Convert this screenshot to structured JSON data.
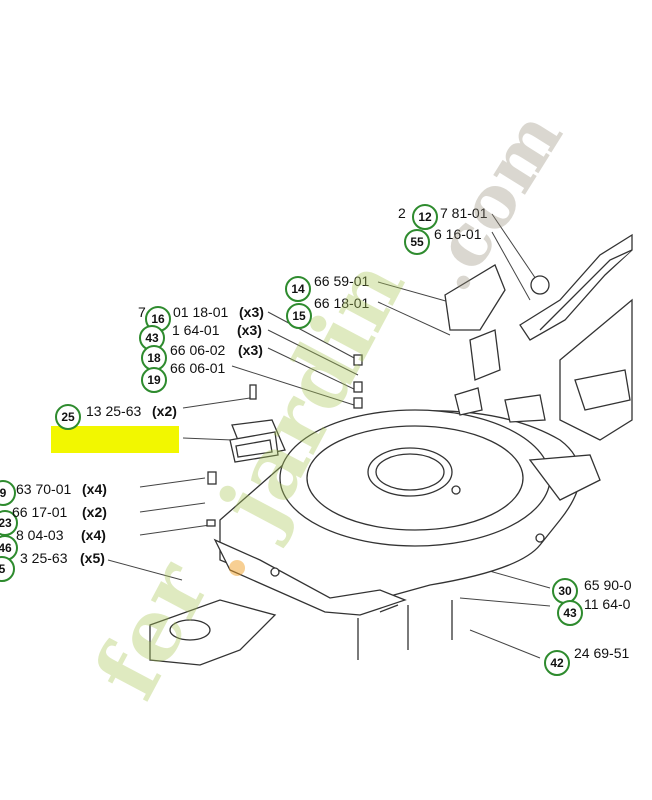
{
  "callouts": [
    {
      "badge": "12",
      "pre": "2",
      "code": "7 81-01",
      "qty": ""
    },
    {
      "badge": "55",
      "pre": "",
      "code": "6 16-01",
      "qty": ""
    },
    {
      "badge": "14",
      "pre": "",
      "code": "66 59-01",
      "qty": ""
    },
    {
      "badge": "15",
      "pre": "",
      "code": "66 18-01",
      "qty": ""
    },
    {
      "badge": "16",
      "pre": "7",
      "code": "01 18-01",
      "qty": "(x3)"
    },
    {
      "badge": "43",
      "pre": "",
      "code": "1 64-01",
      "qty": "(x3)"
    },
    {
      "badge": "18",
      "pre": "",
      "code": "66 06-02",
      "qty": "(x3)"
    },
    {
      "badge": "19",
      "pre": "",
      "code": "66 06-01",
      "qty": ""
    },
    {
      "badge": "25",
      "pre": "",
      "code": "13 25-63",
      "qty": "(x2)"
    },
    {
      "badge": "9",
      "pre": "",
      "code": "63 70-01",
      "qty": "(x4)"
    },
    {
      "badge": "23",
      "pre": "",
      "code": "66 17-01",
      "qty": "(x2)"
    },
    {
      "badge": "46",
      "pre": "",
      "code": "8 04-03",
      "qty": "(x4)"
    },
    {
      "badge": "5",
      "pre": "",
      "code": "3 25-63",
      "qty": "(x5)"
    },
    {
      "badge": "30",
      "pre": "",
      "code": "65 90-0",
      "qty": ""
    },
    {
      "badge": "43",
      "pre": "",
      "code": "11 64-0",
      "qty": ""
    },
    {
      "badge": "42",
      "pre": "",
      "code": "24 69-51",
      "qty": ""
    }
  ],
  "watermark": {
    "brand": "fer",
    "dot": ".",
    "word": "jardin",
    "tld": ".com"
  },
  "colors": {
    "badge_ring": "#2e8b2e",
    "highlight": "#f2f700",
    "line": "#444444",
    "watermark_green": "#aac85a"
  }
}
